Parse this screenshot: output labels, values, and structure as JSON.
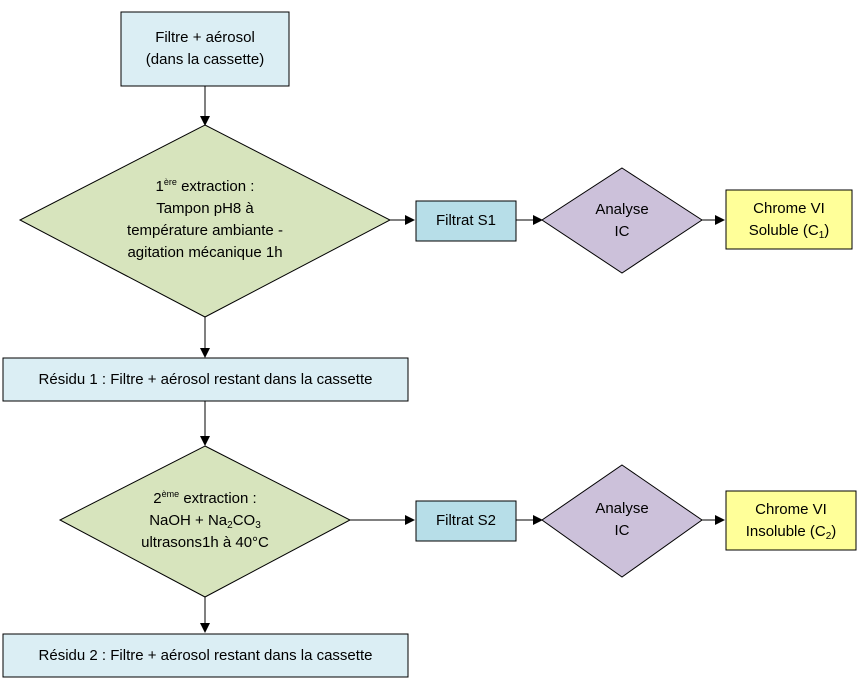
{
  "start": {
    "line1": "Filtre + aérosol",
    "line2": "(dans la cassette)"
  },
  "step1": {
    "num": "1",
    "sup": "ère",
    "label": " extraction :",
    "line2": "Tampon pH8 à",
    "line3": "température ambiante -",
    "line4": "agitation mécanique 1h"
  },
  "filtrat1": "Filtrat S1",
  "analyse1": {
    "line1": "Analyse",
    "line2": "IC"
  },
  "result1": {
    "line1": "Chrome VI",
    "line2a": "Soluble (C",
    "sub": "1",
    "line2b": ")"
  },
  "residu1": "Résidu 1 : Filtre + aérosol restant dans la cassette",
  "step2": {
    "num": "2",
    "sup": "ème",
    "label": " extraction :",
    "line2a": "NaOH + Na",
    "sub1": "2",
    "line2b": "CO",
    "sub2": "3",
    "line3": "ultrasons1h à 40°C"
  },
  "filtrat2": "Filtrat S2",
  "analyse2": {
    "line1": "Analyse",
    "line2": "IC"
  },
  "result2": {
    "line1": "Chrome VI",
    "line2a": "Insoluble (C",
    "sub": "2",
    "line2b": ")"
  },
  "residu2": "Résidu 2 : Filtre + aérosol restant dans la cassette",
  "colors": {
    "box_blue": "#dbeef4",
    "box_cyan": "#b7dee8",
    "diamond_green": "#d7e4bd",
    "diamond_purple": "#ccc1da",
    "box_yellow": "#ffff99",
    "stroke": "#000000"
  }
}
